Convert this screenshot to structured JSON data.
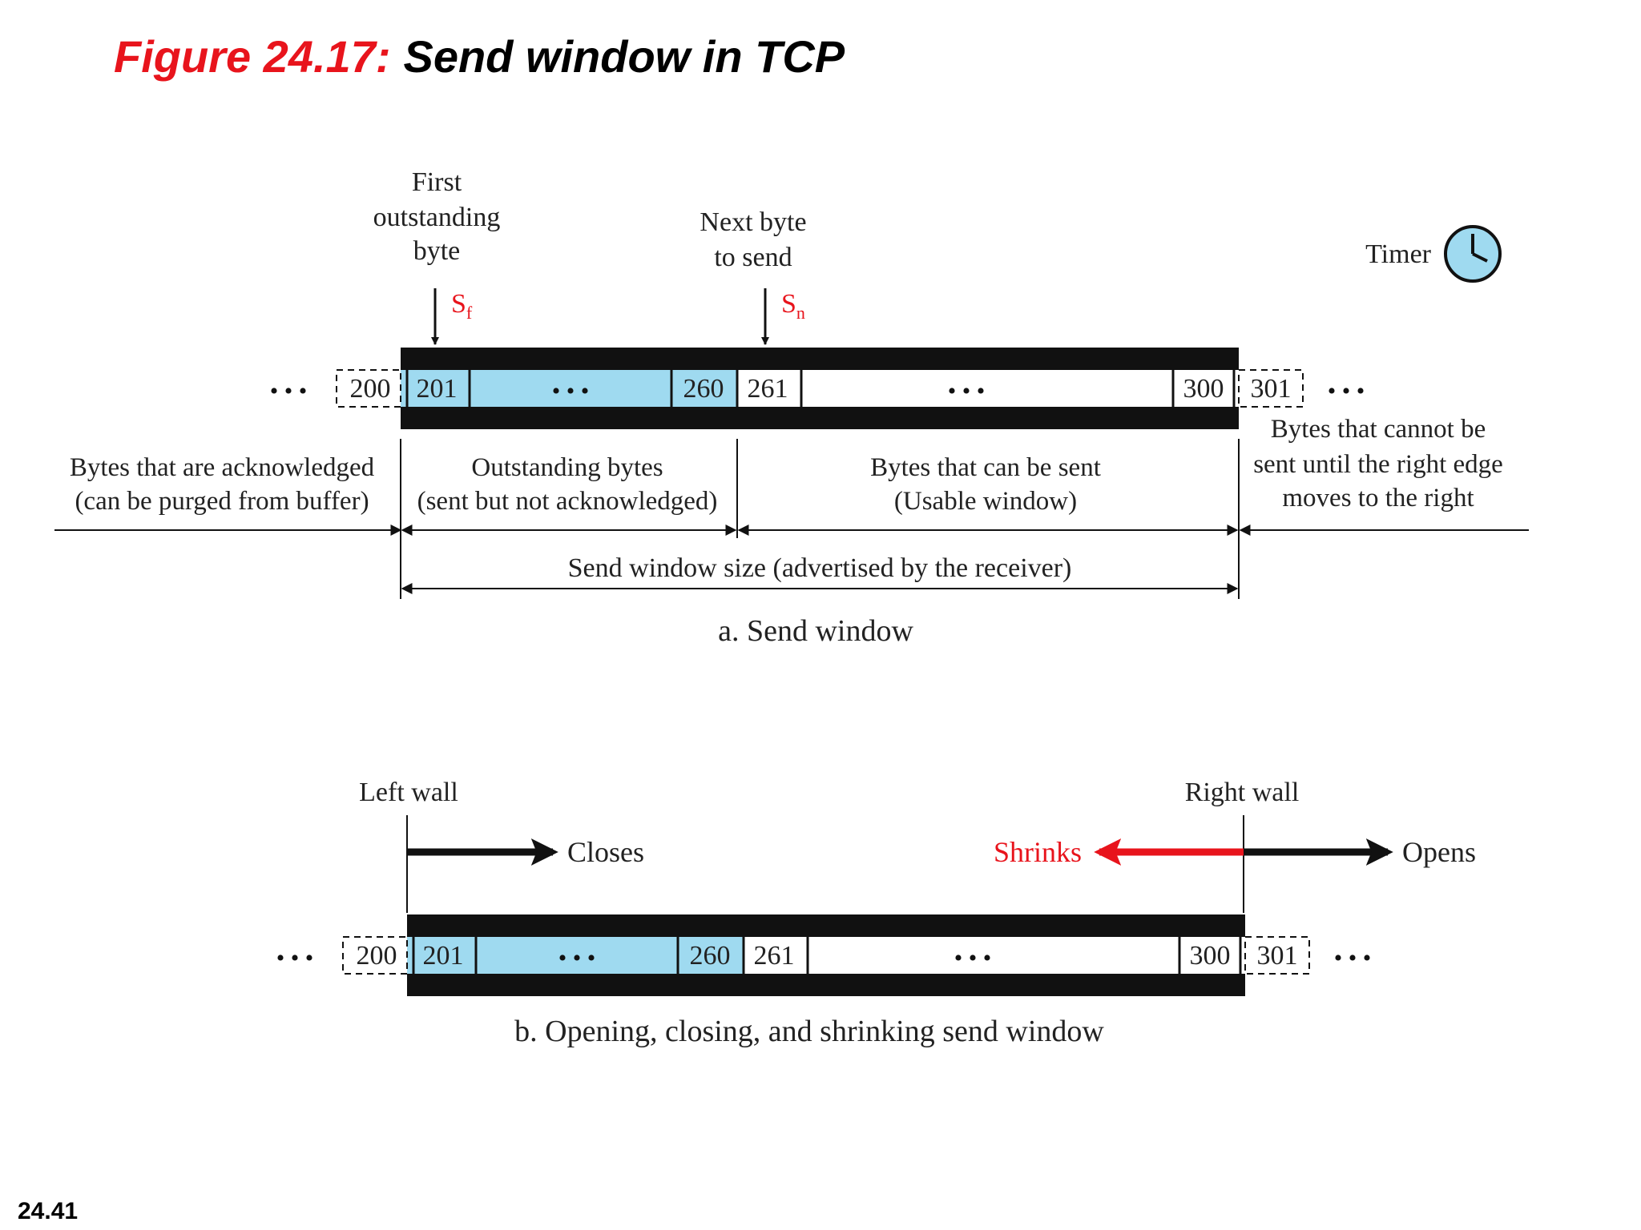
{
  "title": {
    "figure_label": "Figure 24.17:",
    "figure_text": "Send window in TCP"
  },
  "page_number": "24.41",
  "part_a": {
    "sf_label": [
      "First",
      "outstanding",
      "byte"
    ],
    "sn_label": [
      "Next byte",
      "to send"
    ],
    "sf_symbol": "S",
    "sf_sub": "f",
    "sn_symbol": "S",
    "sn_sub": "n",
    "timer_label": "Timer",
    "cells": {
      "c200": "200",
      "c201": "201",
      "c260": "260",
      "c261": "261",
      "c300": "300",
      "c301": "301"
    },
    "dots": "• • •",
    "region_acked": [
      "Bytes that are acknowledged",
      "(can be purged from buffer)"
    ],
    "region_outstanding": [
      "Outstanding bytes",
      "(sent but not acknowledged)"
    ],
    "region_usable": [
      "Bytes that can be sent",
      "(Usable window)"
    ],
    "region_cannot": [
      "Bytes that cannot be",
      "sent until the right edge",
      "moves to the right"
    ],
    "window_size_label": "Send window size (advertised by the receiver)",
    "caption": "a. Send window"
  },
  "part_b": {
    "left_wall": "Left wall",
    "right_wall": "Right wall",
    "closes": "Closes",
    "shrinks": "Shrinks",
    "opens": "Opens",
    "cells": {
      "c200": "200",
      "c201": "201",
      "c260": "260",
      "c261": "261",
      "c300": "300",
      "c301": "301"
    },
    "dots": "• • •",
    "caption": "b. Opening, closing, and shrinking send window"
  },
  "colors": {
    "title_red": "#e8141c",
    "outstanding_fill": "#9fdaf0",
    "shrink_red": "#e8141c",
    "bar": "#111111"
  }
}
